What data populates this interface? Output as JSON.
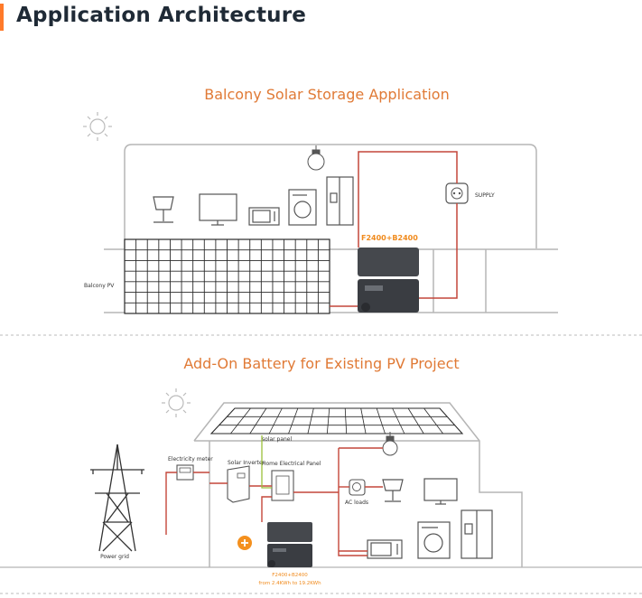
{
  "header": {
    "title": "Application Architecture",
    "accent_color": "#ff7a2a"
  },
  "balcony": {
    "title": "Balcony Solar Storage Application",
    "product_label": "F2400+B2400",
    "supply_label": "SUPPLY",
    "pv_label": "Balcony PV"
  },
  "addon": {
    "title": "Add-On Battery for Existing PV Project",
    "solar_panel_label": "solar panel",
    "meter_label": "Electricity meter",
    "inverter_label": "Solar Inverter",
    "panel_label": "Home Electrical Panel",
    "ac_loads_label": "AC loads",
    "grid_label": "Power grid",
    "product_label": "F2400+B2400",
    "product_range": "from 2.4KWh to 19.2KWh"
  },
  "colors": {
    "line": "#c4463a",
    "title": "#e07a36",
    "outline": "#9a9a9a",
    "dark": "#3a3d42",
    "plus": "#f4901e",
    "green": "#9bbf3a"
  }
}
